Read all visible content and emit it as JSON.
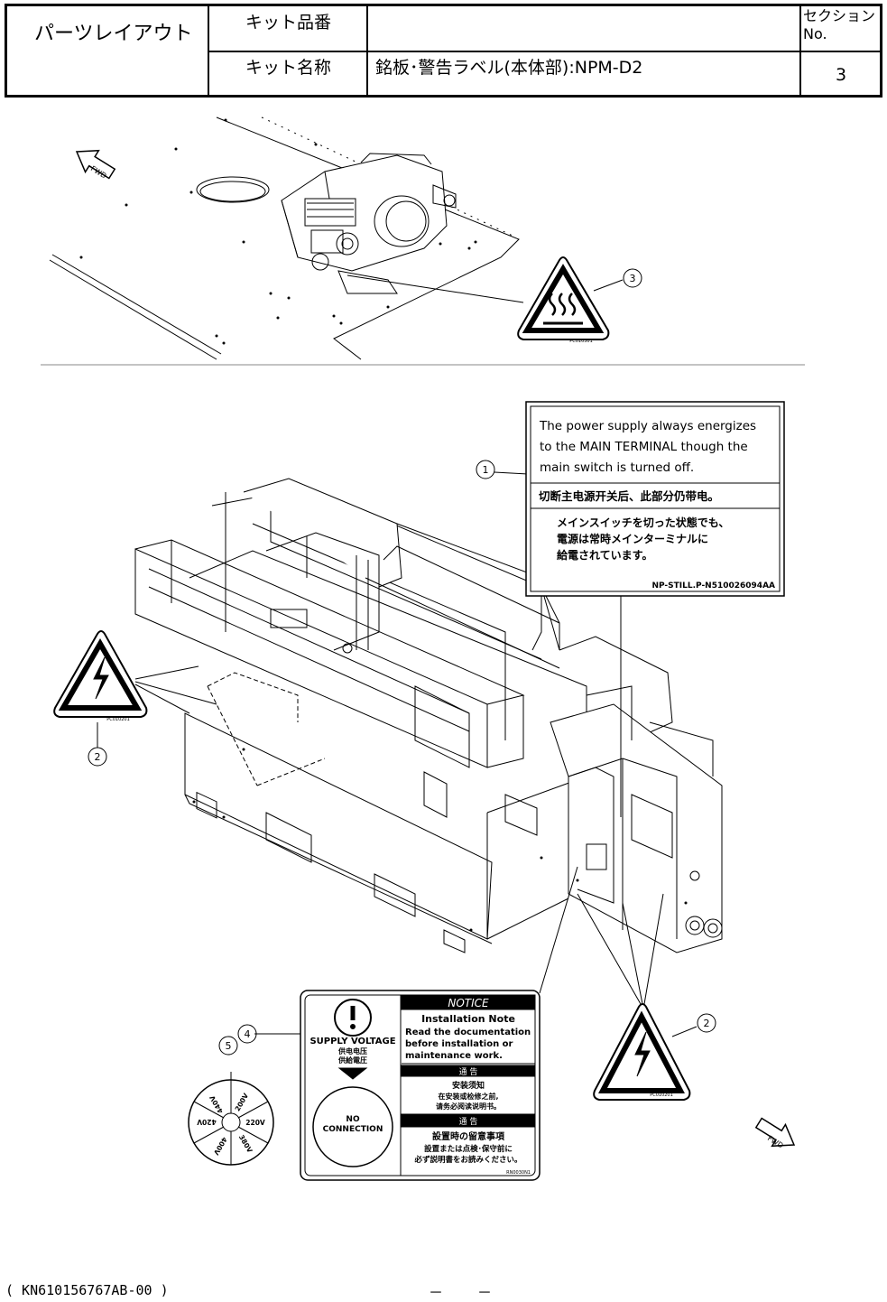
{
  "header": {
    "layout_title": "パーツレイアウト",
    "kit_number_label": "キット品番",
    "kit_number_value": "",
    "section_label": "セクションNo.",
    "kit_name_label": "キット名称",
    "kit_name_value": "銘板･警告ラベル(本体部):NPM-D2",
    "section_value": "3"
  },
  "callouts": {
    "c1": "1",
    "c2a": "2",
    "c2b": "2",
    "c3": "3",
    "c4": "4",
    "c5": "5"
  },
  "labels": {
    "hot_surface_code": "PC010301",
    "shock_code_a": "PC010201",
    "shock_code_b": "PC010201",
    "fwd_text": "FWD",
    "terminal_label": {
      "en_line1": "The power supply always energizes",
      "en_line2": "to the MAIN TERMINAL though the",
      "en_line3": "main switch is turned off.",
      "zh_line": "切断主电源开关后、此部分仍带电。",
      "ja_line1": "メインスイッチを切った状態でも、",
      "ja_line2": "電源は常時メインターミナルに",
      "ja_line3": "給電されています。",
      "code": "NP-STILL.P-N510026094AA"
    },
    "supply_label": {
      "supply_voltage": "SUPPLY VOLTAGE",
      "zh1": "供电电压",
      "zh2": "供給電圧",
      "no_connection_1": "NO",
      "no_connection_2": "CONNECTION",
      "notice": "NOTICE",
      "install_note": "Installation Note",
      "en1": "Read the documentation",
      "en2": "before installation or",
      "en3": "maintenance work.",
      "zh_head": "通 告",
      "zh_title": "安装须知",
      "zh_body1": "在安装或检修之前,",
      "zh_body2": "请务必阅读说明书。",
      "ja_head": "通 告",
      "ja_title": "設置時の留意事項",
      "ja_body1": "設置または点検･保守前に",
      "ja_body2": "必ず説明書をお読みください。",
      "code": "RN0030N1"
    },
    "voltage_dial": {
      "v1": "200V",
      "v2": "220V",
      "v3": "380V",
      "v4": "400V",
      "v5": "420V",
      "v6": "440V"
    }
  },
  "footer": {
    "doc_code": "( KN610156767AB-00 )",
    "page_marks": "－　　－"
  }
}
